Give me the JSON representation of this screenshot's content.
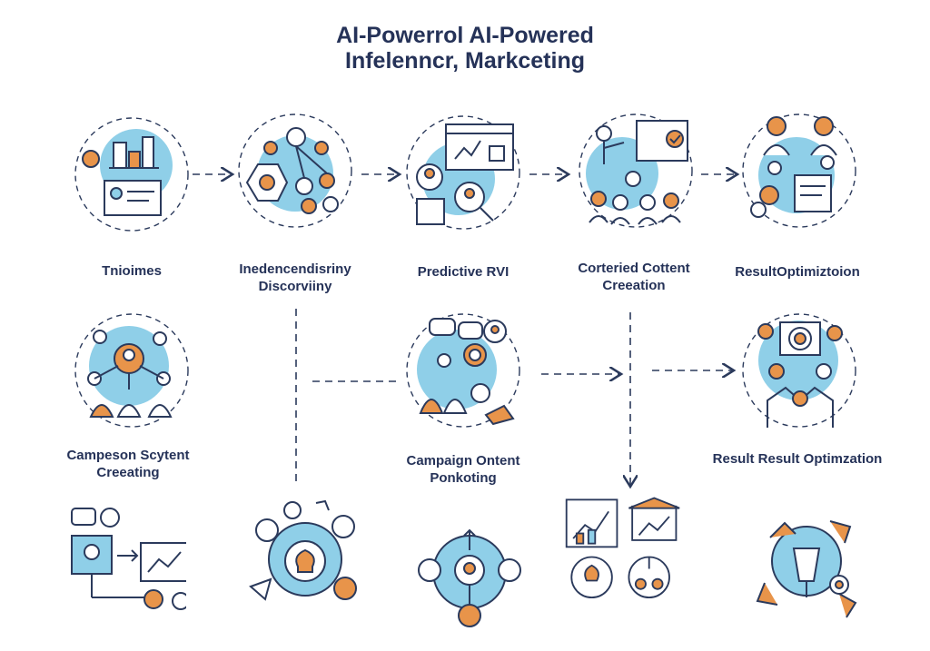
{
  "title": {
    "line1": "AI-Powerrol AI-Powered",
    "line2": "Infelenncr, Markceting"
  },
  "row1": [
    {
      "label": "Tnioimes",
      "icon": "analytics-dashboard-icon"
    },
    {
      "label": "Inedencendisriny Discorviiny",
      "icon": "network-discovery-icon"
    },
    {
      "label": "Predictive RVI",
      "icon": "predictive-search-icon"
    },
    {
      "label": "Corteried Cottent Creeation",
      "icon": "content-presentation-icon"
    },
    {
      "label": "ResultOptimiztoion",
      "icon": "team-collaboration-icon"
    }
  ],
  "row2": [
    {
      "label": "Campeson Scytent Creeating",
      "icon": "campaign-network-icon"
    },
    {
      "label": "Campaign Ontent Ponkoting",
      "icon": "audience-targeting-icon"
    },
    {
      "label": "Result Result Optimzation",
      "icon": "target-handshake-icon"
    }
  ],
  "row3": [
    {
      "icon": "video-messaging-icon"
    },
    {
      "icon": "idea-bulb-icon"
    },
    {
      "icon": "growth-hub-icon"
    },
    {
      "icon": "growth-chart-icon"
    },
    {
      "icon": "optimization-cycle-icon"
    }
  ],
  "colors": {
    "accent_blue": "#8fcfe8",
    "accent_orange": "#e8944a",
    "line": "#2b3a5c",
    "text": "#253258"
  }
}
